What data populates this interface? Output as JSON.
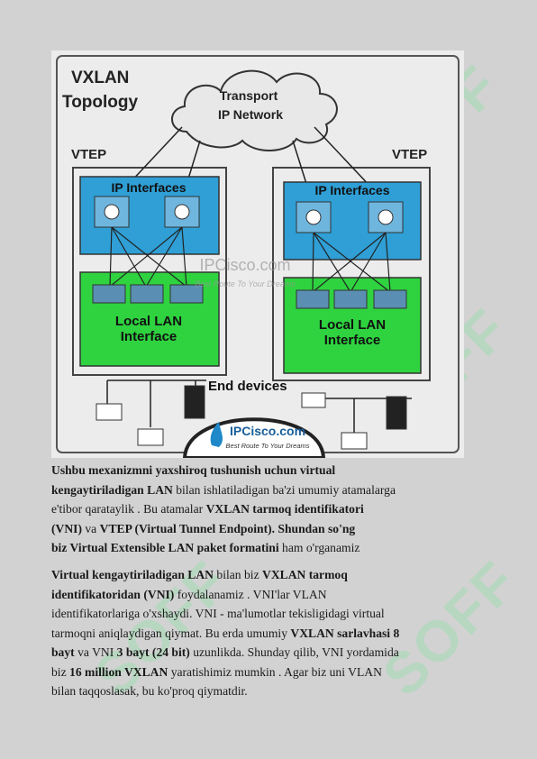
{
  "diagram": {
    "title_line1": "VXLAN",
    "title_line2": "Topology",
    "cloud_line1": "Transport",
    "cloud_line2": "IP Network",
    "vtep_left": "VTEP",
    "vtep_right": "VTEP",
    "ip_interfaces_left": "IP Interfaces",
    "ip_interfaces_right": "IP Interfaces",
    "lan_left_line1": "Local LAN",
    "lan_left_line2": "Interface",
    "lan_right_line1": "Local LAN",
    "lan_right_line2": "Interface",
    "end_devices": "End devices",
    "watermark_center": "IPCisco.com",
    "watermark_center_tagline": "Best Route To Your Dreams",
    "logo_text": "IPCisco.com",
    "logo_tagline": "Best Route To Your Dreams",
    "colors": {
      "ip_box": "#2f9fd6",
      "lan_box": "#2ed33f",
      "background": "#ececec"
    }
  },
  "paragraph1": {
    "s1": "Ushbu mexanizmni yaxshiroq tushunish uchun virtual",
    "s2": "kengaytiriladigan LAN",
    "s3": " bilan ishlatiladigan ba'zi umumiy atamalarga",
    "s4": "e'tibor qarataylik . Bu atamalar ",
    "s5": "VXLAN tarmoq identifikatori",
    "s6": "(VNI)",
    "s7": " va ",
    "s8": "VTEP (Virtual Tunnel Endpoint). Shundan so'ng",
    "s9": "biz Virtual Extensible LAN paket formatini",
    "s10": " ham o'rganamiz"
  },
  "paragraph2": {
    "s1": " Virtual kengaytiriladigan LAN",
    "s2": " bilan biz ",
    "s3": "VXLAN tarmoq",
    "s4": "identifikatoridan (VNI)",
    "s5": " foydalanamiz . VNI'lar VLAN",
    "s6": "identifikatorlariga o'xshaydi. VNI - ma'lumotlar tekisligidagi virtual",
    "s7": "tarmoqni aniqlaydigan qiymat. Bu erda umumiy ",
    "s8": "VXLAN sarlavhasi 8",
    "s9": "bayt",
    "s10": " va VNI ",
    "s11": "3 bayt (24 bit)",
    "s12": "  uzunlikda. Shunday qilib, VNI yordamida",
    "s13": "biz ",
    "s14": "16 million VXLAN",
    "s15": " yaratishimiz mumkin . Agar biz uni VLAN",
    "s16": "bilan taqqoslasak, bu ko'proq qiymatdir."
  }
}
